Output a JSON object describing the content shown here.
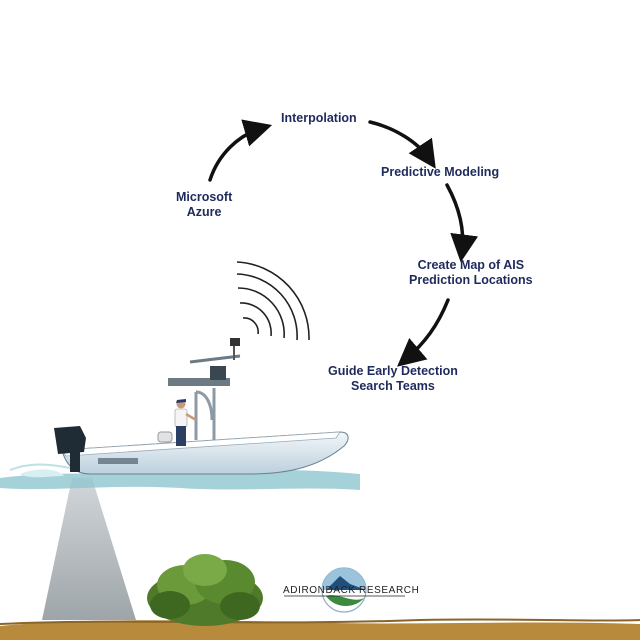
{
  "steps": {
    "interpolation": "Interpolation",
    "predictive_modeling": "Predictive Modeling",
    "create_map_line1": "Create Map of AIS",
    "create_map_line2": "Prediction Locations",
    "guide_line1": "Guide Early Detection",
    "guide_line2": "Search Teams",
    "azure_line1": "Microsoft",
    "azure_line2": "Azure"
  },
  "logo": {
    "text": "ADIRONDACK RESEARCH"
  },
  "colors": {
    "label": "#1f2a5c",
    "arrow": "#111111",
    "hull": "#dfeaf1",
    "water": "#8fc6cf",
    "sediment": "#b88a3c",
    "plant": "#4e7a2a"
  }
}
